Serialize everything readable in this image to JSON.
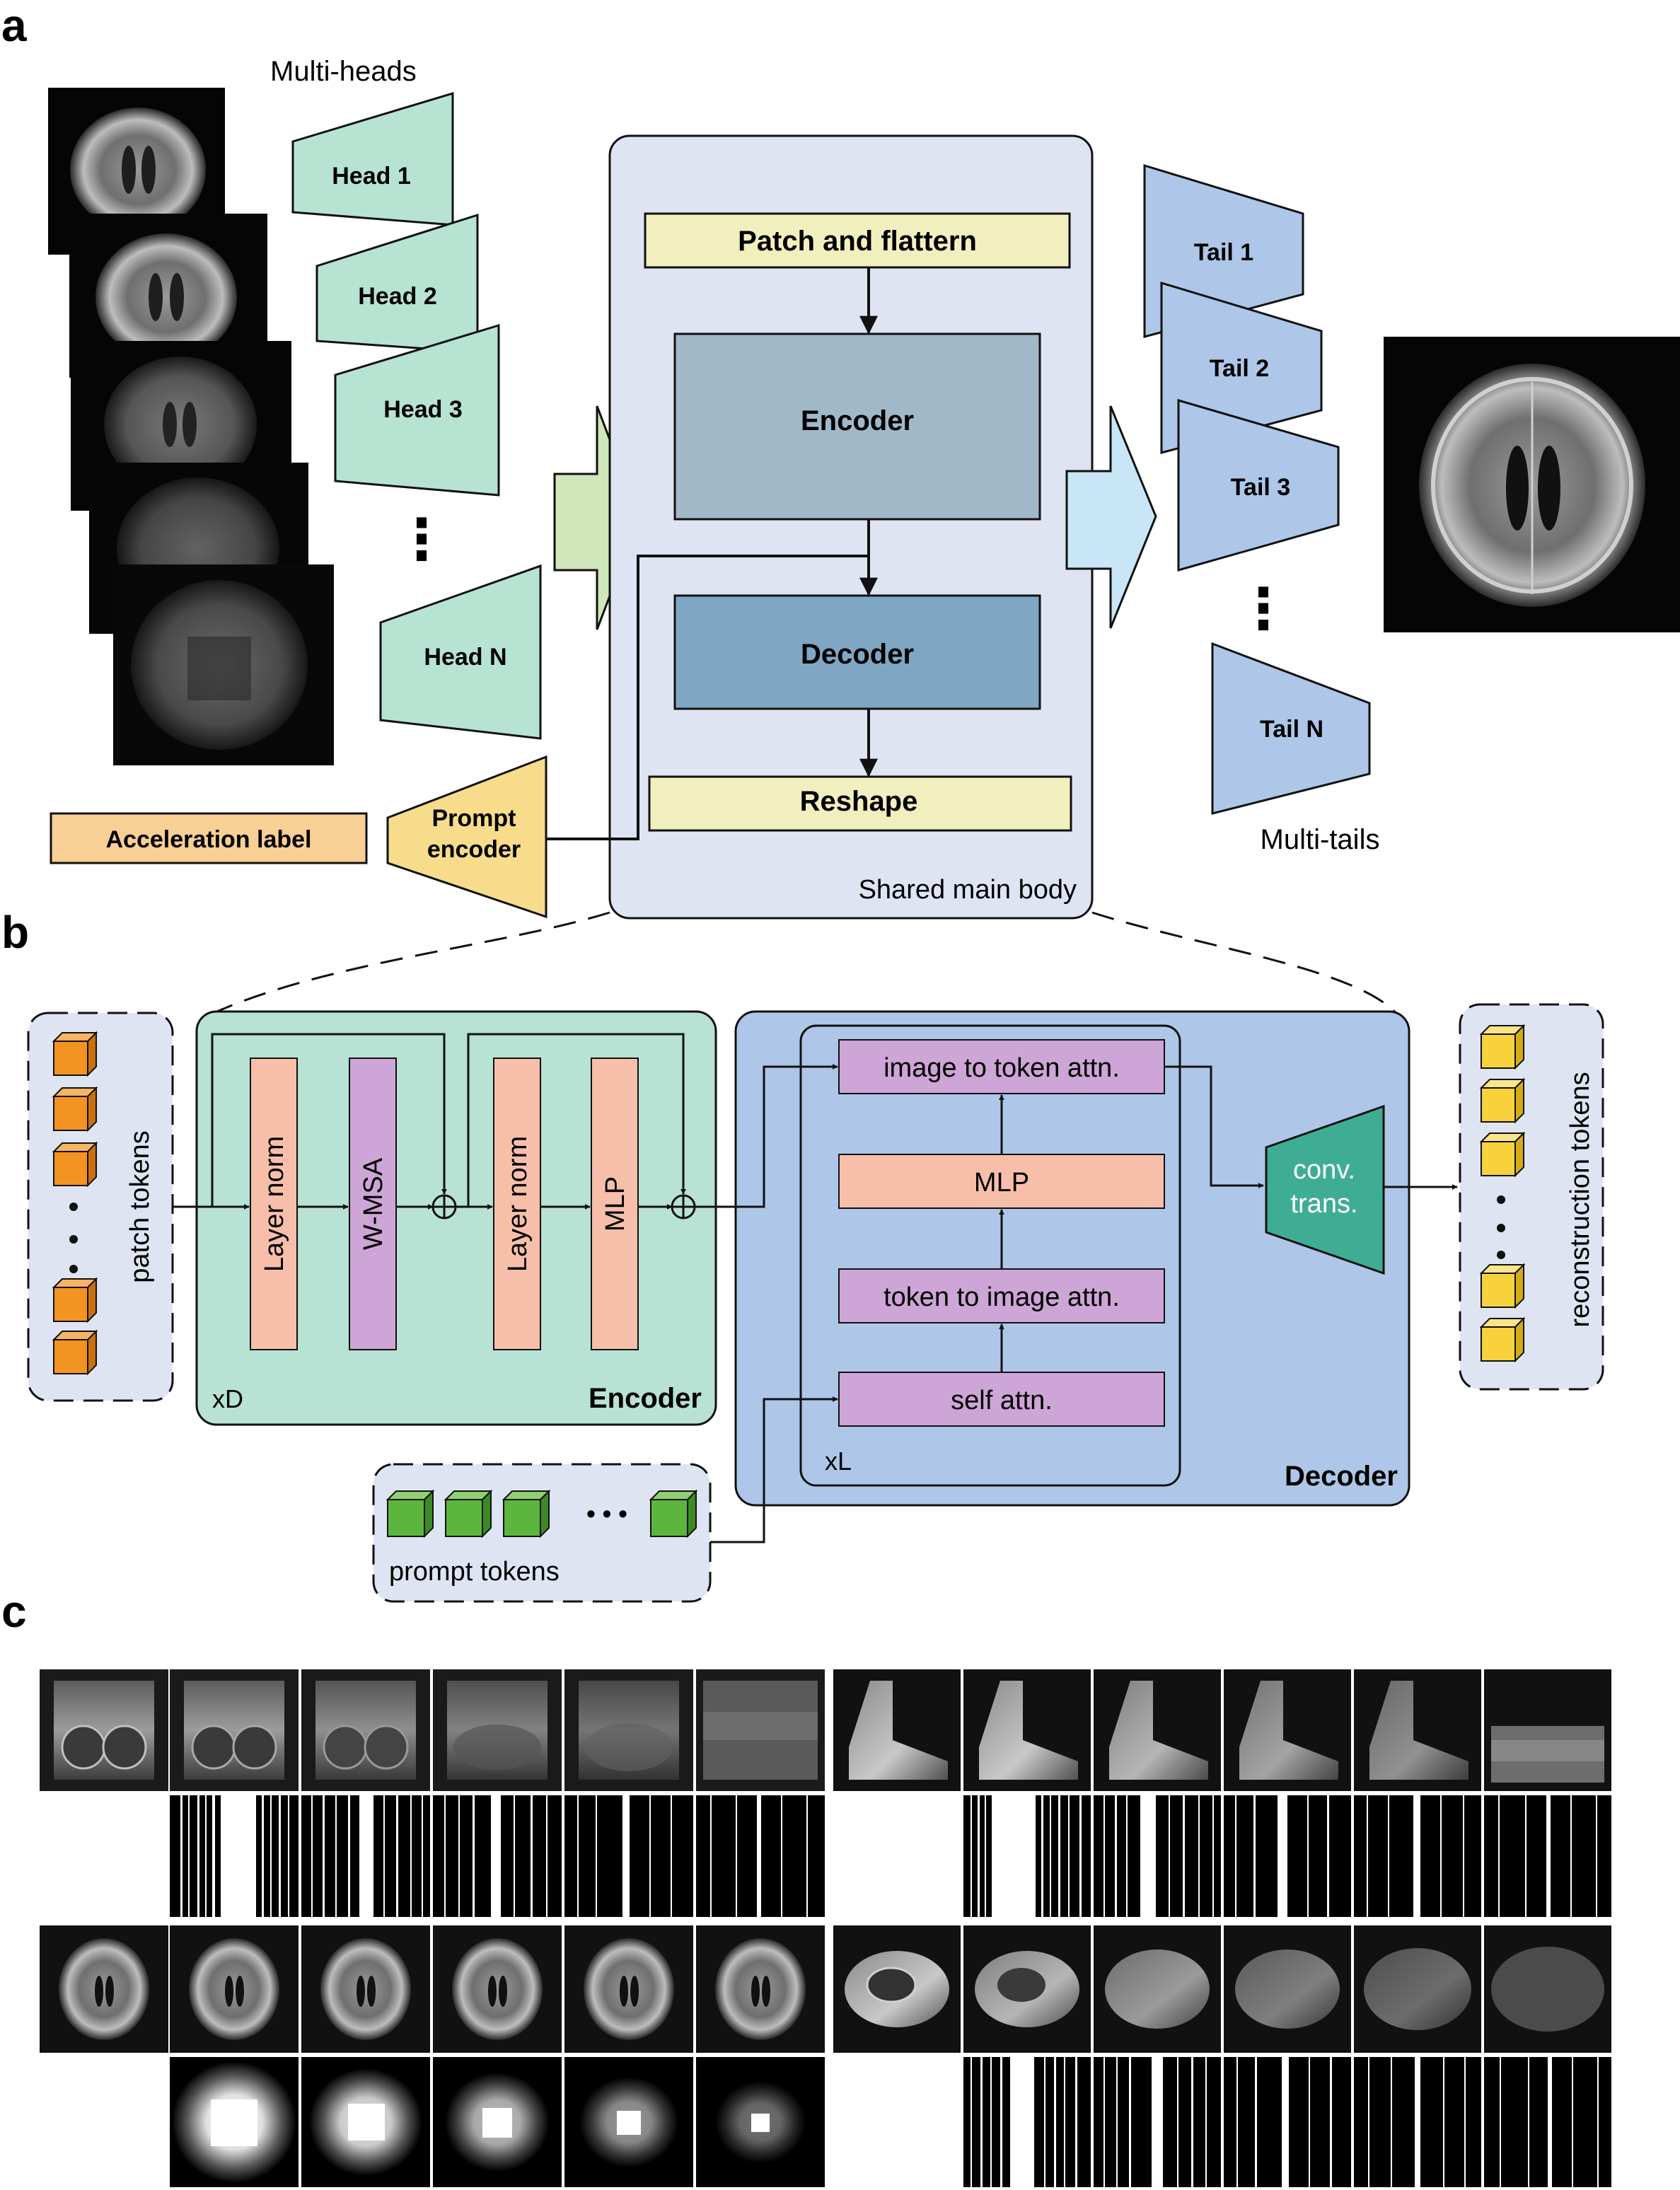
{
  "panel_labels": {
    "a": "a",
    "b": "b",
    "c": "c"
  },
  "panel_a": {
    "multi_heads_label": "Multi-heads",
    "heads": [
      "Head 1",
      "Head 2",
      "Head 3",
      "Head N"
    ],
    "head_dots": "⋮",
    "acceleration_label": "Acceleration label",
    "prompt_encoder": [
      "Prompt",
      "encoder"
    ],
    "body": {
      "patch_and_flatten": "Patch and flattern",
      "encoder": "Encoder",
      "decoder": "Decoder",
      "reshape": "Reshape",
      "caption": "Shared main body"
    },
    "tails": [
      "Tail 1",
      "Tail 2",
      "Tail 3",
      "Tail N"
    ],
    "tail_dots": "⋮",
    "multi_tails_label": "Multi-tails"
  },
  "panel_b": {
    "patch_tokens": "patch tokens",
    "encoder_blocks": [
      "Layer norm",
      "W-MSA",
      "Layer norm",
      "MLP"
    ],
    "encoder_repeat": "xD",
    "encoder_title": "Encoder",
    "decoder_blocks": [
      "image to token attn.",
      "MLP",
      "token to image attn.",
      "self attn."
    ],
    "decoder_repeat": "xL",
    "decoder_title": "Decoder",
    "conv_trans": [
      "conv.",
      "trans."
    ],
    "reconstruction_tokens": "reconstruction tokens",
    "prompt_tokens": "prompt tokens",
    "prompt_dots": "• • •"
  },
  "colors": {
    "head_fill": "#b7e3d3",
    "prompt_encoder_fill": "#f7dc8c",
    "acceleration_fill": "#f8cf95",
    "body_fill": "#dfe4f3",
    "patch_fill": "#f2efbf",
    "encoder_fill": "#a1b8c9",
    "decoder_fill": "#7fa7c3",
    "tail_fill": "#aec7e8",
    "green_arrow": "#cfe7bb",
    "blue_arrow": "#c8e6f5",
    "b_encoder_fill": "#b8e2d3",
    "b_decoder_fill": "#aec7e8",
    "layernorm_fill": "#f7bfaa",
    "wmsa_fill": "#cda5d6",
    "conv_trans_fill": "#3fad93",
    "patch_token": "#f39422",
    "recon_token": "#f7d23d",
    "prompt_token": "#5cb53c"
  }
}
